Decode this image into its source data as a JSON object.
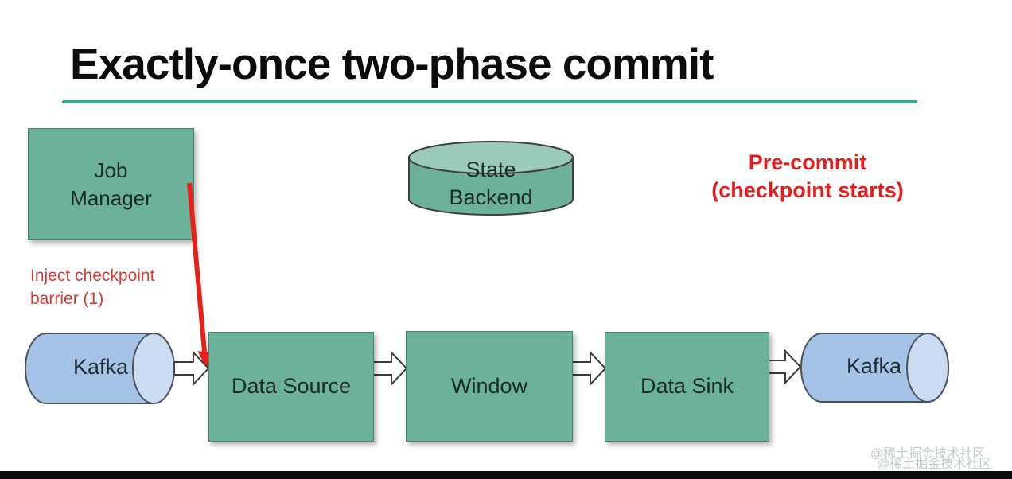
{
  "title": "Exactly-once two-phase commit",
  "nodes": {
    "job_manager": "Job\nManager",
    "state_backend": "State\nBackend",
    "kafka_source": "Kafka",
    "data_source": "Data Source",
    "window": "Window",
    "data_sink": "Data Sink",
    "kafka_sink": "Kafka"
  },
  "annotations": {
    "pre_commit": "Pre-commit\n(checkpoint starts)",
    "inject_barrier": "Inject checkpoint\nbarrier (1)"
  },
  "watermark": {
    "line1": "@稀土掘金技术社区",
    "line2": "@稀土掘金技术社区"
  },
  "colors": {
    "accent_teal": "#2faa8b",
    "node_green": "#6cb199",
    "cylinder_green_top": "#9ccaba",
    "kafka_blue": "#a5c2e7",
    "kafka_blue_cap": "#cbdcf3",
    "annotation_red_bold": "#e51d1d",
    "annotation_red": "#d63c35",
    "arrow_red": "#e8201a",
    "title_black": "#0c0c0c",
    "bottom_bar": "#0a0a0a"
  }
}
